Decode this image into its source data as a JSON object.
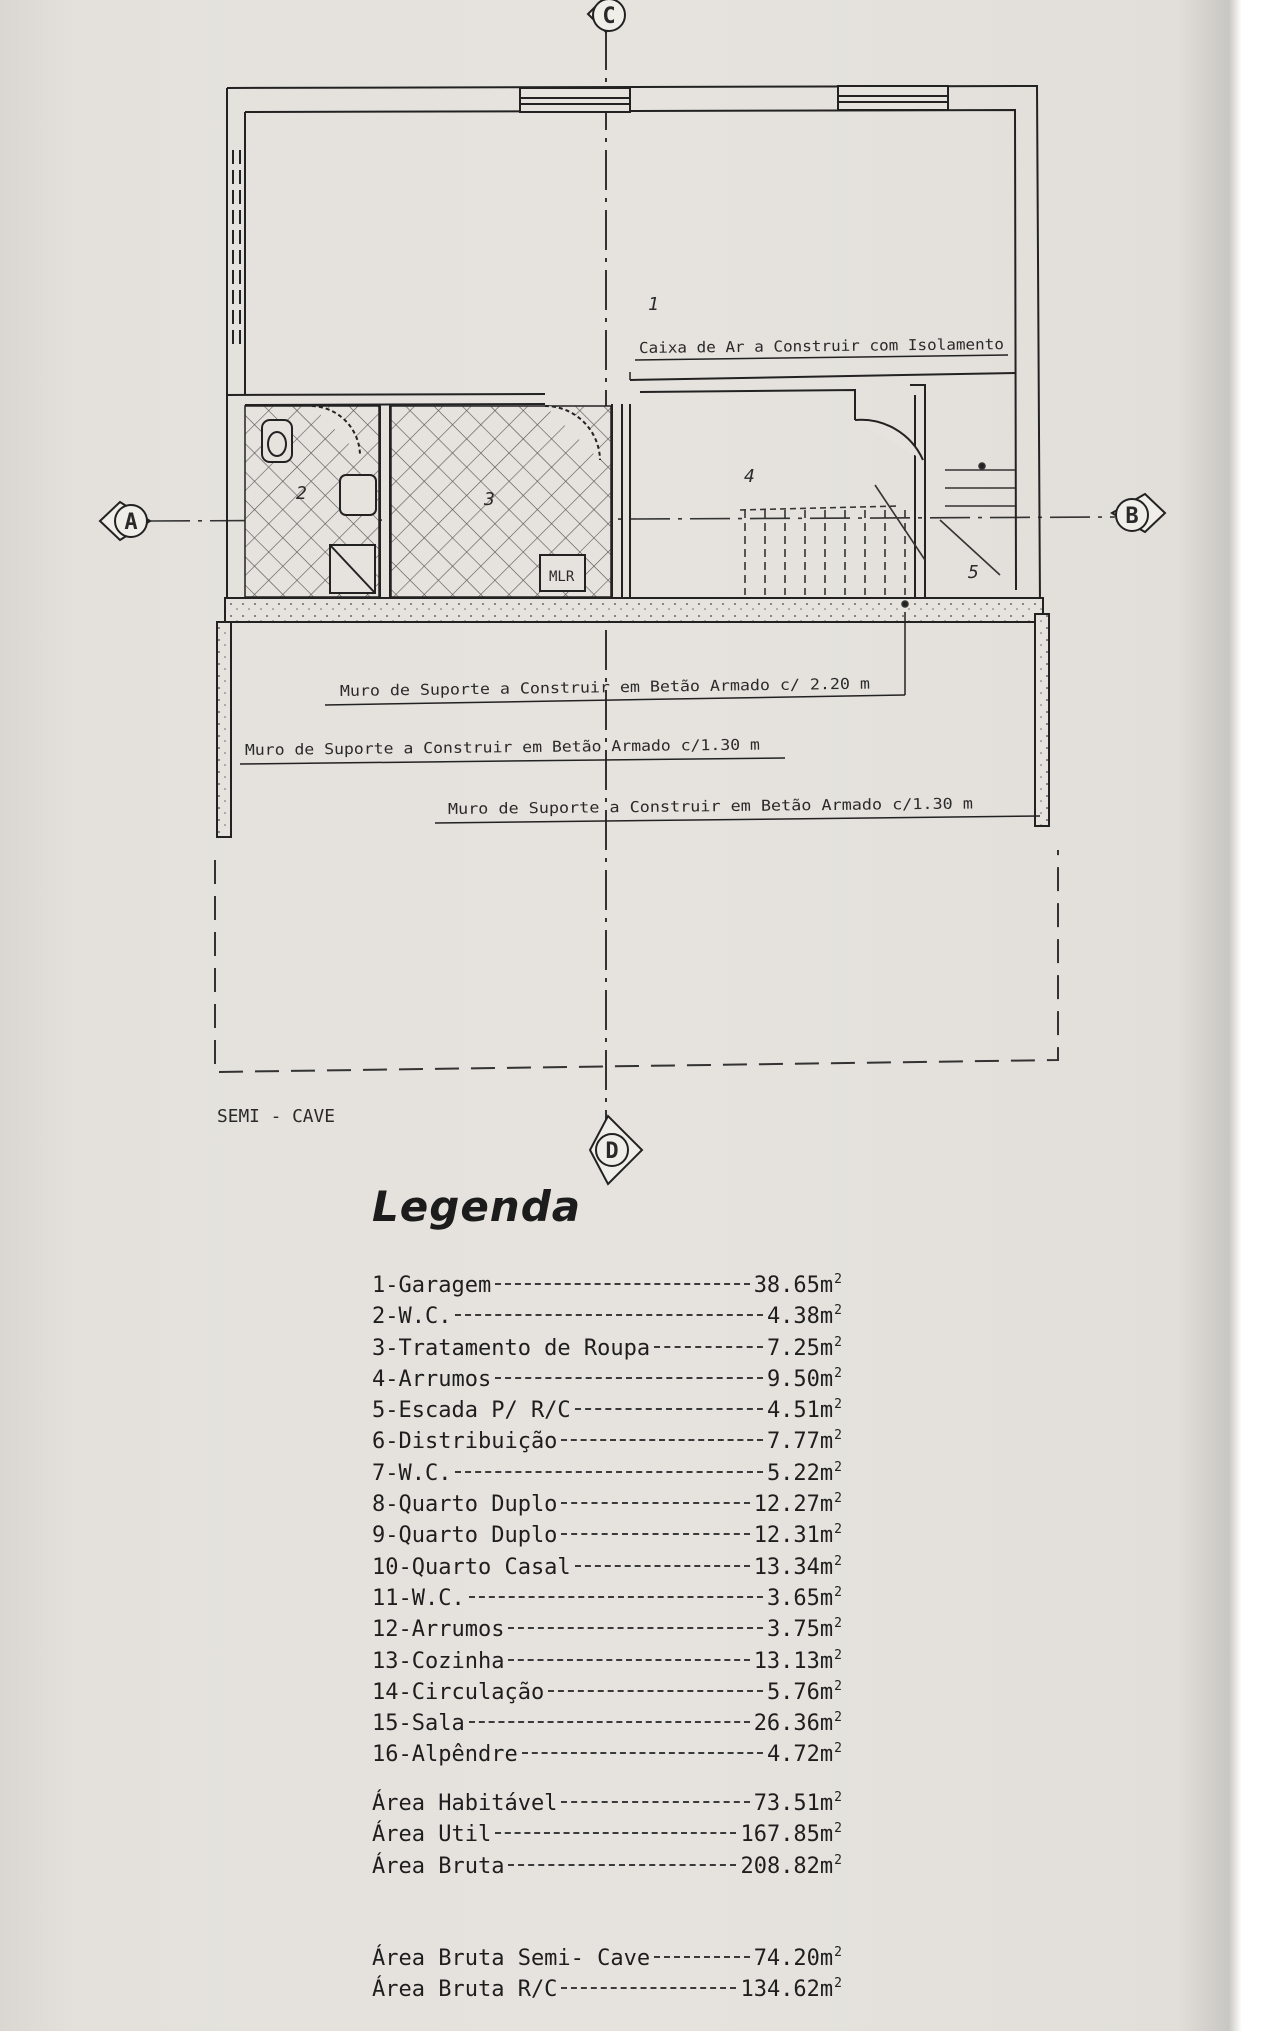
{
  "plan": {
    "axis_labels": [
      "A",
      "B",
      "C",
      "D"
    ],
    "room_numbers": [
      "1",
      "2",
      "3",
      "4",
      "5"
    ],
    "note_air_box": "Caixa de Ar a Construir com Isolamento",
    "note_wall_220": "Muro de Suporte a Construir em Betão Armado c/ 2.20 m",
    "note_wall_130a": "Muro de Suporte a Construir em Betão Armado c/1.30 m",
    "note_wall_130b": "Muro de Suporte a Construir em Betão Armado c/1.30 m",
    "mlr_label": "MLR",
    "floor_label": "SEMI - CAVE"
  },
  "legend": {
    "title": "Legenda",
    "items": [
      {
        "label": "1-Garagem",
        "value": "38.65m",
        "unit_exp": "2"
      },
      {
        "label": "2-W.C.",
        "value": "4.38m",
        "unit_exp": "2"
      },
      {
        "label": "3-Tratamento de Roupa",
        "value": "7.25m",
        "unit_exp": "2"
      },
      {
        "label": "4-Arrumos",
        "value": "9.50m",
        "unit_exp": "2"
      },
      {
        "label": "5-Escada P/ R/C",
        "value": "4.51m",
        "unit_exp": "2"
      },
      {
        "label": "6-Distribuição",
        "value": "7.77m",
        "unit_exp": "2"
      },
      {
        "label": "7-W.C.",
        "value": "5.22m",
        "unit_exp": "2"
      },
      {
        "label": "8-Quarto Duplo",
        "value": "12.27m",
        "unit_exp": "2"
      },
      {
        "label": "9-Quarto Duplo",
        "value": "12.31m",
        "unit_exp": "2"
      },
      {
        "label": "10-Quarto Casal",
        "value": "13.34m",
        "unit_exp": "2"
      },
      {
        "label": "11-W.C.",
        "value": "3.65m",
        "unit_exp": "2"
      },
      {
        "label": "12-Arrumos",
        "value": "3.75m",
        "unit_exp": "2"
      },
      {
        "label": "13-Cozinha",
        "value": "13.13m",
        "unit_exp": "2"
      },
      {
        "label": "14-Circulação",
        "value": "5.76m",
        "unit_exp": "2"
      },
      {
        "label": "15-Sala",
        "value": "26.36m",
        "unit_exp": "2"
      },
      {
        "label": "16-Alpêndre",
        "value": "4.72m",
        "unit_exp": "2"
      }
    ],
    "areas": [
      {
        "label": "Área Habitável",
        "value": "73.51m",
        "unit_exp": "2"
      },
      {
        "label": "Área Util",
        "value": "167.85m",
        "unit_exp": "2"
      },
      {
        "label": "Área Bruta",
        "value": "208.82m",
        "unit_exp": "2"
      }
    ],
    "gross_areas": [
      {
        "label": "Área Bruta Semi- Cave",
        "value": "74.20m",
        "unit_exp": "2"
      },
      {
        "label": "Área Bruta R/C",
        "value": "134.62m",
        "unit_exp": "2"
      }
    ]
  }
}
